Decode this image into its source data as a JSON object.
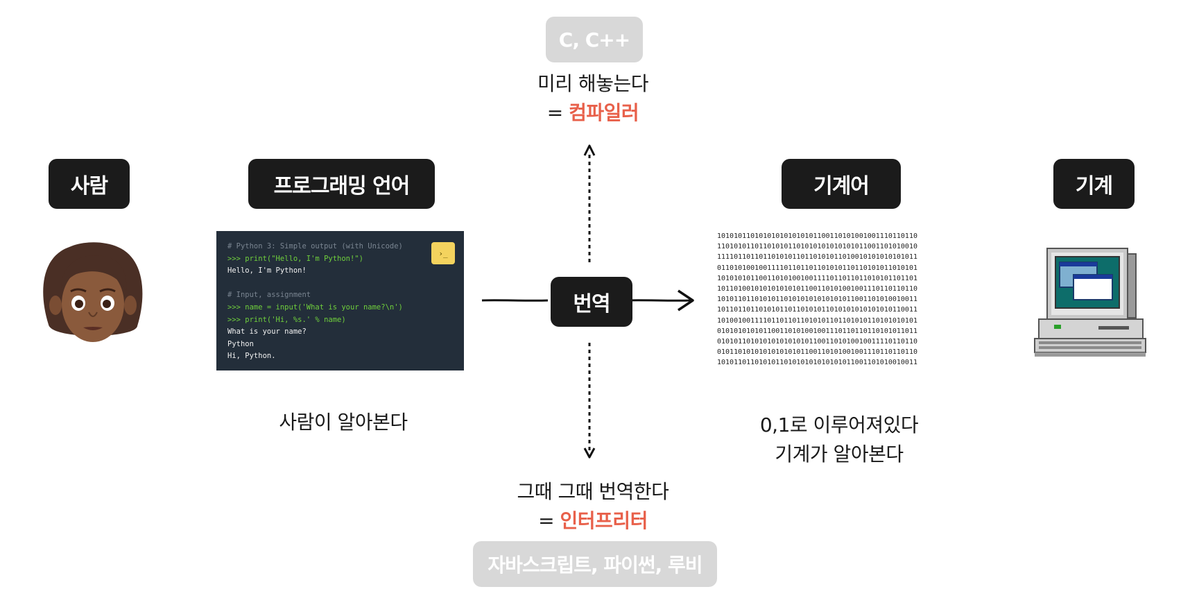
{
  "labels": {
    "person": "사람",
    "programming_language": "프로그래밍 언어",
    "machine_language": "기계어",
    "machine": "기계"
  },
  "center": {
    "translate": "번역",
    "compiled_languages": "C, C++",
    "compile_line1": "미리 해놓는다",
    "compile_prefix": "= ",
    "compiler": "컴파일러",
    "interpret_line1": "그때 그때 번역한다",
    "interpret_prefix": "= ",
    "interpreter": "인터프리터",
    "interpreted_languages": "자바스크립트, 파이썬, 루비"
  },
  "captions": {
    "human_readable": "사람이 알아본다",
    "binary_line1": "0,1로 이루어져있다",
    "binary_line2": "기계가 알아본다"
  },
  "code": {
    "lines": [
      {
        "t": "# Python 3: Simple output (with Unicode)",
        "k": "c"
      },
      {
        "t": ">>> print(\"Hello, I'm Python!\")",
        "k": "g"
      },
      {
        "t": "Hello, I'm Python!",
        "k": "w"
      },
      {
        "t": "",
        "k": "blank"
      },
      {
        "t": "# Input, assignment",
        "k": "c"
      },
      {
        "t": ">>> name = input('What is your name?\\n')",
        "k": "g"
      },
      {
        "t": ">>> print('Hi, %s.' % name)",
        "k": "g"
      },
      {
        "t": "What is your name?",
        "k": "w"
      },
      {
        "t": "Python",
        "k": "w"
      },
      {
        "t": "Hi, Python.",
        "k": "w"
      }
    ],
    "terminal_glyph": "›_"
  },
  "binary_lines": [
    "101010110101010101010101100110101001001110110110",
    "110101011011010101101010101010101011001101010010",
    "111101101101101010110110101011010010101010101011",
    "011010100100111101101101101010110110101011010101",
    "101010101100110101001001111011011011010101101101",
    "101101001010101010101100110101001001110110110110",
    "101011011010101101010101010101011001101010010011",
    "101101101101010110110101011010101010101010110011",
    "101001001111011011011010101101101010110101010101",
    "010101010101100110101001001110110110110101011011",
    "010101101010101010101011001101010010011110110110",
    "010110101010101010101100110101001001110110110110",
    "101011011010101101010101010101011001101010010011"
  ],
  "icons": {
    "person": "woman-emoji-icon",
    "machine": "retro-computer-icon"
  }
}
